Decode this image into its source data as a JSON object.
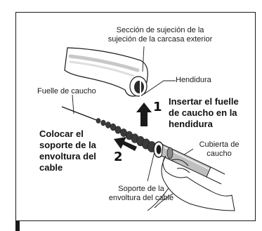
{
  "labels": {
    "housing_section_line1": "Sección de sujeción de la",
    "housing_section_line2": "sujeción de la carcasa exterior",
    "slot": "Hendidura",
    "rubber_bellows": "Fuelle de caucho",
    "rubber_cover_line1": "Cubierta de",
    "rubber_cover_line2": "caucho",
    "support_line1": "Soporte de la",
    "support_line2": "envoltura del cable"
  },
  "steps": {
    "step1": {
      "number": "1",
      "text_line1": "Insertar el fuelle",
      "text_line2": "de caucho en la",
      "text_line3": "hendidura"
    },
    "step2": {
      "number": "2",
      "text_line1": "Colocar el",
      "text_line2": "soporte de la",
      "text_line3": "envoltura del",
      "text_line4": "cable"
    }
  }
}
